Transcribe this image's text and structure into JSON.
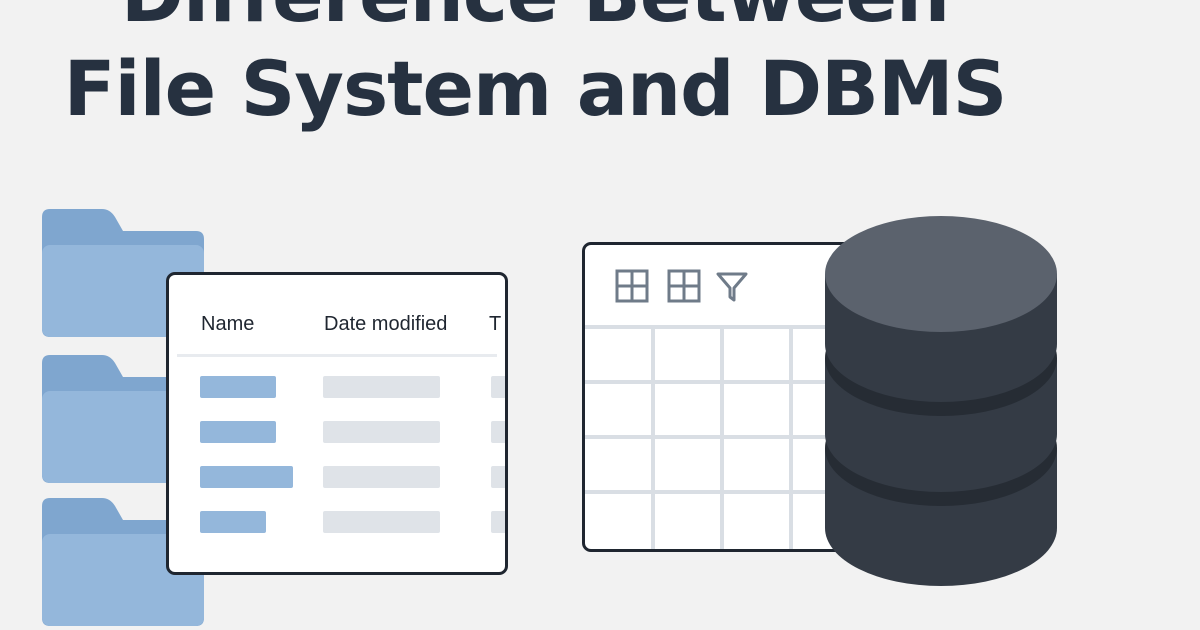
{
  "title": {
    "line1": "Difference Between",
    "line2": "File System and DBMS"
  },
  "file_explorer": {
    "columns": [
      "Name",
      "Date modified",
      "T"
    ],
    "rows": 4
  },
  "icons": [
    "folder-icon",
    "table-icon",
    "filter-icon",
    "database-icon"
  ],
  "colors": {
    "background": "#f2f2f2",
    "title": "#263140",
    "folder": "#8fb4d9",
    "database": "#3a414b",
    "outline": "#1f2630"
  }
}
